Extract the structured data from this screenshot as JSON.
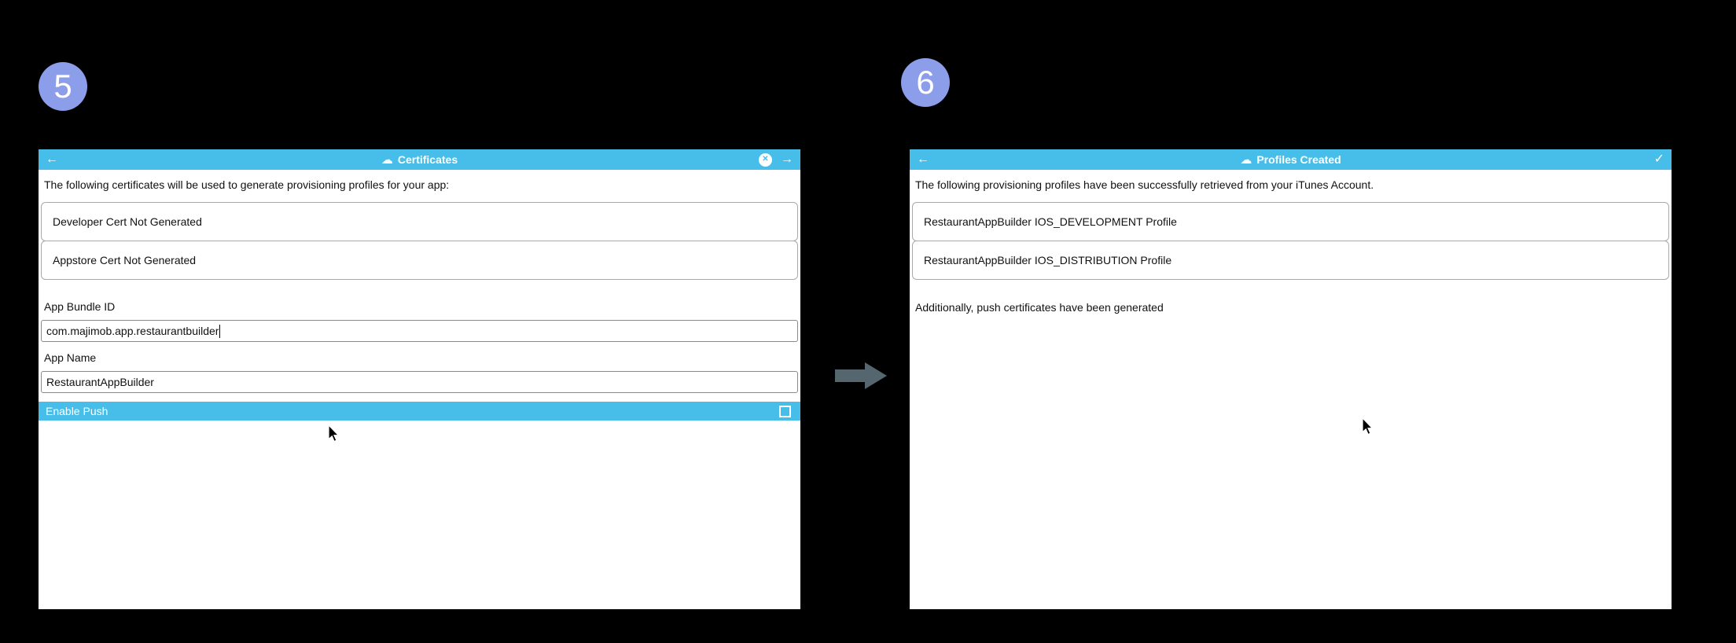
{
  "steps": {
    "left_badge": "5",
    "right_badge": "6"
  },
  "icons": {
    "back_arrow": "←",
    "forward_arrow": "→",
    "cloud": "☁",
    "close": "✕",
    "check": "✓"
  },
  "left_panel": {
    "header": {
      "title": "Certificates"
    },
    "intro": "The following certificates will be used to generate provisioning profiles for your app:",
    "cert_list": [
      {
        "label": "Developer Cert Not Generated"
      },
      {
        "label": "Appstore Cert Not Generated"
      }
    ],
    "bundle_id_label": "App Bundle ID",
    "bundle_id_value": "com.majimob.app.restaurantbuilder",
    "app_name_label": "App Name",
    "app_name_value": "RestaurantAppBuilder",
    "enable_push_label": "Enable Push",
    "enable_push_checked": false
  },
  "right_panel": {
    "header": {
      "title": "Profiles Created"
    },
    "intro": "The following provisioning profiles have been successfully retrieved from your iTunes Account.",
    "profile_list": [
      {
        "label": "RestaurantAppBuilder IOS_DEVELOPMENT Profile"
      },
      {
        "label": "RestaurantAppBuilder IOS_DISTRIBUTION Profile"
      }
    ],
    "note": "Additionally, push certificates have been generated"
  },
  "colors": {
    "header_blue": "#47BEEA",
    "badge_purple": "#8C9DE9",
    "arrow_gray": "#55666E",
    "background": "#000000"
  }
}
